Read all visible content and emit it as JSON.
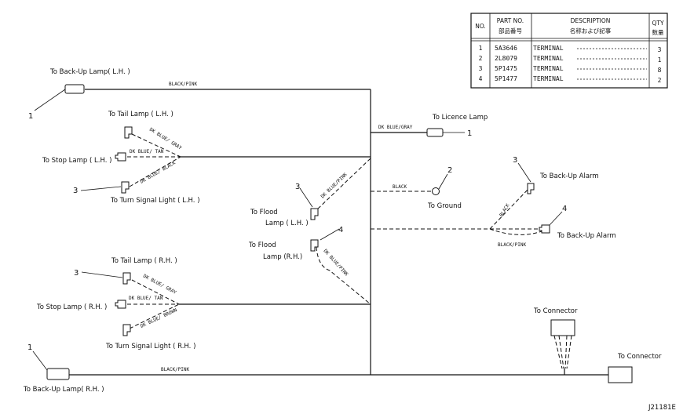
{
  "parts_table": {
    "headers": {
      "no": "NO.",
      "part_no": "PART NO.",
      "part_no_jp": "部品番号",
      "description": "DESCRIPTION",
      "description_jp": "名称および記事",
      "qty": "QTY",
      "qty_jp": "数量"
    },
    "rows": [
      {
        "no": "1",
        "part_no": "5A3646",
        "description": "TERMINAL",
        "qty": "3"
      },
      {
        "no": "2",
        "part_no": "2L8079",
        "description": "TERMINAL",
        "qty": "1"
      },
      {
        "no": "3",
        "part_no": "5P1475",
        "description": "TERMINAL",
        "qty": "8"
      },
      {
        "no": "4",
        "part_no": "5P1477",
        "description": "TERMINAL",
        "qty": "2"
      }
    ]
  },
  "labels": {
    "backup_lamp_lh": "To Back-Up Lamp( L.H. )",
    "tail_lamp_lh": "To Tail Lamp ( L.H. )",
    "stop_lamp_lh": "To Stop Lamp ( L.H. )",
    "turn_signal_lh": "To Turn Signal Light ( L.H. )",
    "licence_lamp": "To Licence Lamp",
    "ground": "To Ground",
    "backup_alarm_1": "To Back-Up Alarm",
    "backup_alarm_2": "To Back-Up Alarm",
    "flood_lamp_lh_1": "To Flood",
    "flood_lamp_lh_2": "Lamp ( L.H. )",
    "flood_lamp_rh_1": "To Flood",
    "flood_lamp_rh_2": "Lamp (R.H.)",
    "tail_lamp_rh": "To Tail Lamp ( R.H. )",
    "stop_lamp_rh": "To Stop Lamp ( R.H. )",
    "turn_signal_rh": "To Turn Signal Light ( R.H. )",
    "backup_lamp_rh": "To Back-Up Lamp( R.H. )",
    "connector_1": "To Connector",
    "connector_2": "To Connector",
    "figure_id": "J21181E"
  },
  "wire_colors": {
    "black_pink_top": "BLACK/PINK",
    "dk_blue_gray_licence": "DK BLUE/GRAY",
    "dk_blue_gray_lh": "DK BLUE/ GRAY",
    "dk_blue_tan_lh": "DK BLUE/ TAN",
    "dk_blue_black_lh": "DK BLUE/ BLACK",
    "dk_blue_pink_lh": "DK BLUE/PINK",
    "black_ground": "BLACK",
    "black_alarm": "BLACK",
    "black_pink_alarm": "BLACK/PINK",
    "dk_blue_pink_rh": "DK BLUE/PINK",
    "dk_blue_gray_rh": "DK BLUE/ GRAY",
    "dk_blue_tan_rh": "DK BLUE/ TAN",
    "dk_blue_brown_rh": "DK BLUE/ BROWN",
    "black_pink_bottom": "BLACK/PINK"
  },
  "callouts": {
    "c1_backup_lh": "1",
    "c1_licence": "1",
    "c2_ground": "2",
    "c3_turn_lh": "3",
    "c3_flood_lh": "3",
    "c3_alarm": "3",
    "c4_alarm": "4",
    "c4_flood_rh": "4",
    "c3_tail_rh": "3",
    "c1_backup_rh": "1"
  }
}
